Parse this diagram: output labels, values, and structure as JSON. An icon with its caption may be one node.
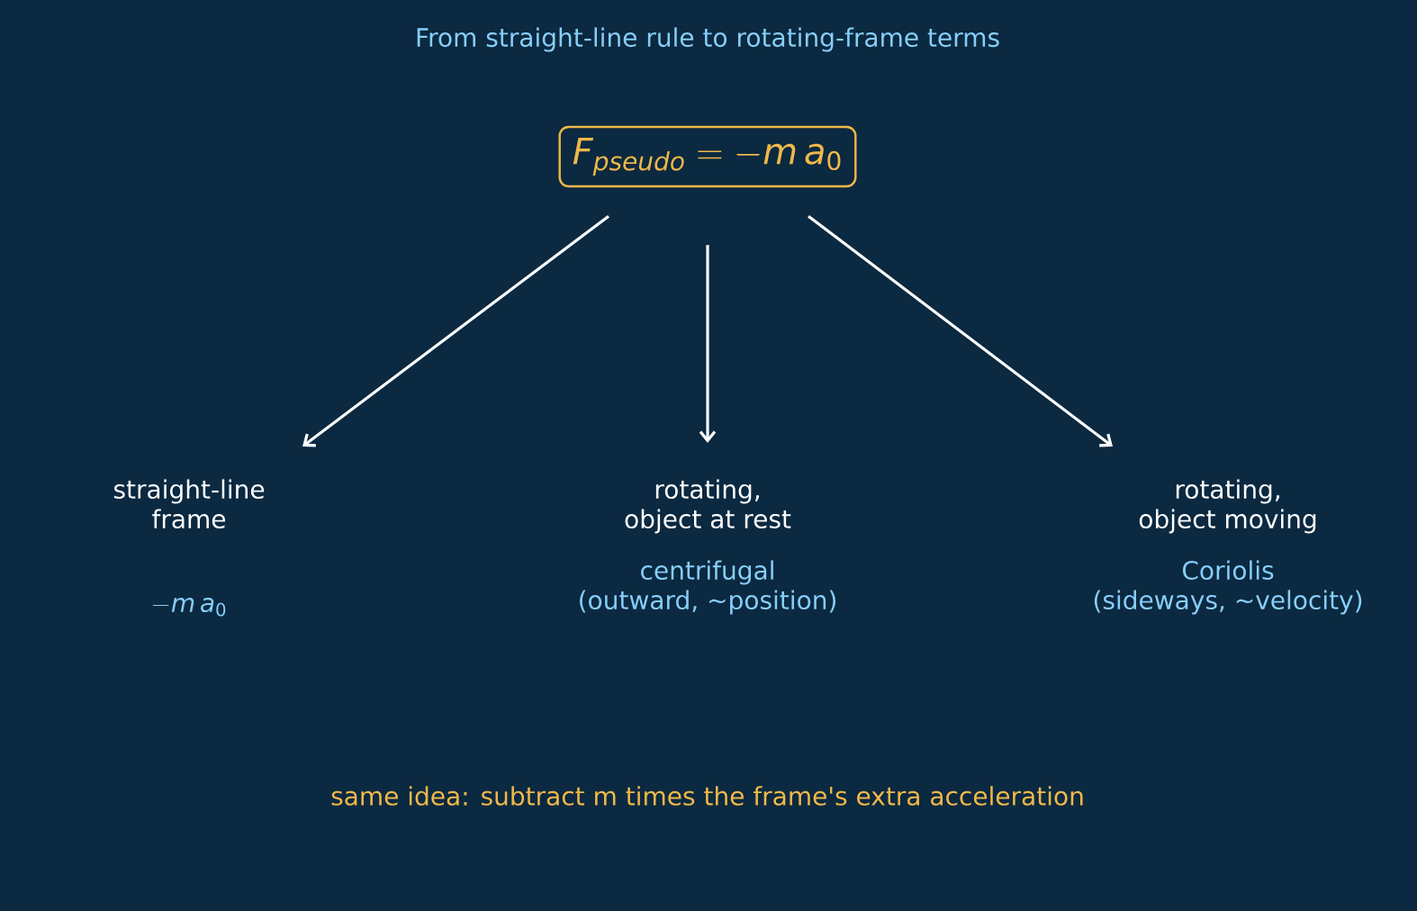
{
  "diagram": {
    "title": "From straight-line rule to rotating-frame terms",
    "nodes": [
      {
        "text": [
          "F_{pseudo} = -m\\, a_0"
        ]
      },
      {
        "text": [
          "straight-line frame",
          "-m\\, a_0"
        ]
      },
      {
        "text": [
          "rotating, object at rest",
          "centrifugal (outward, ~position)"
        ]
      },
      {
        "text": [
          "rotating, object moving",
          "Coriolis (sideways, ~velocity)"
        ]
      }
    ],
    "edges": [
      {
        "from": 0,
        "to": 1,
        "arrow": "to"
      },
      {
        "from": 0,
        "to": 2,
        "arrow": "to"
      },
      {
        "from": 0,
        "to": 3,
        "arrow": "to"
      }
    ],
    "labels": [
      "same idea: subtract m times the frame's extra acceleration"
    ]
  }
}
